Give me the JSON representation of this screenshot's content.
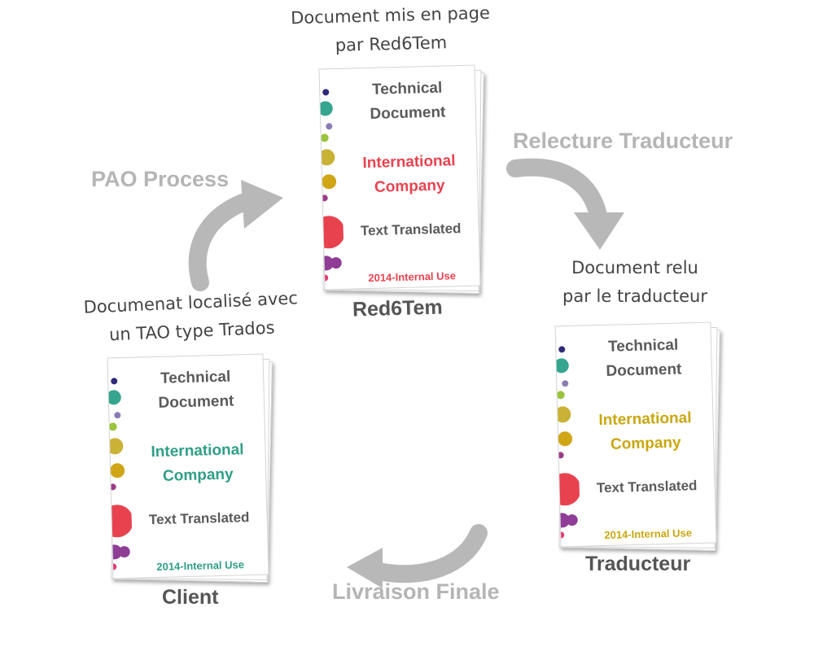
{
  "diagram": {
    "processes": {
      "pao": "PAO Process",
      "relecture": "Relecture Traducteur",
      "livraison": "Livraison Finale"
    },
    "nodes": [
      {
        "id": "red6tem",
        "caption_line1": "Document mis en page",
        "caption_line2": "par Red6Tem",
        "label": "Red6Tem",
        "accent": "#e8424f"
      },
      {
        "id": "traducteur",
        "caption_line1": "Document relu",
        "caption_line2": "par le traducteur",
        "label": "Traducteur",
        "accent": "#c9a70f"
      },
      {
        "id": "client",
        "caption_line1": "Documenat localisé avec",
        "caption_line2": "un TAO type Trados",
        "label": "Client",
        "accent": "#2e9e86"
      }
    ],
    "document": {
      "title_line1": "Technical",
      "title_line2": "Document",
      "company_line1": "International",
      "company_line2": "Company",
      "subtitle": "Text Translated",
      "footer": "2014-Internal Use"
    },
    "colors": {
      "text": "#444444",
      "arrow": "#b8b8b8",
      "process_label": "#b5b5b5"
    }
  }
}
